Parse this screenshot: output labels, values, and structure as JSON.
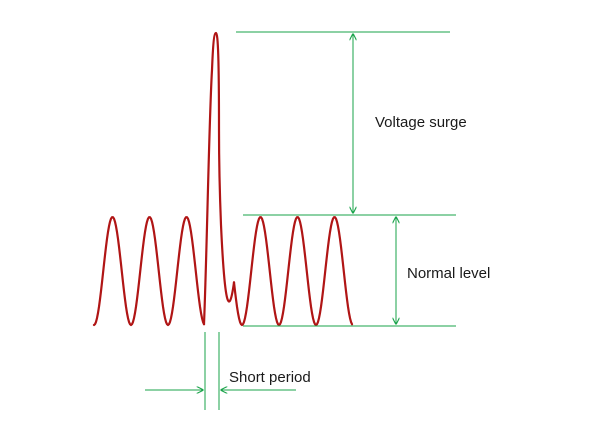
{
  "labels": {
    "surge": "Voltage surge",
    "normal": "Normal level",
    "period": "Short period"
  },
  "colors": {
    "waveform": "#b01515",
    "annotation": "#1aa34a",
    "text": "#1a1a1a",
    "background": "#ffffff"
  }
}
